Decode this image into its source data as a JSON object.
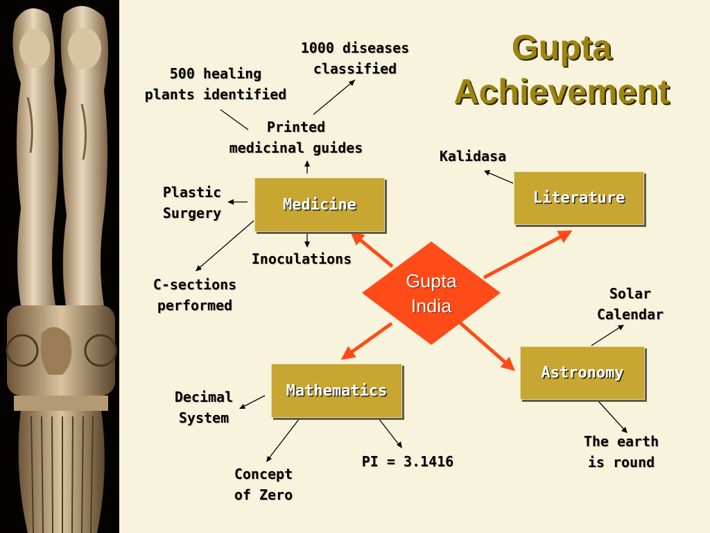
{
  "title": {
    "line1": "Gupta",
    "line2": "Achievement"
  },
  "center": {
    "line1": "Gupta",
    "line2": "India"
  },
  "categories": {
    "medicine": "Medicine",
    "literature": "Literature",
    "mathematics": "Mathematics",
    "astronomy": "Astronomy"
  },
  "labels": {
    "diseases": [
      "1000 diseases",
      "classified"
    ],
    "healing": [
      "500 healing",
      "plants identified"
    ],
    "guides": [
      "Printed",
      "medicinal guides"
    ],
    "plastic": [
      "Plastic",
      "Surgery"
    ],
    "inoculations": "Inoculations",
    "csections": [
      "C-sections",
      "performed"
    ],
    "kalidasa": "Kalidasa",
    "solar": [
      "Solar",
      "Calendar"
    ],
    "earth": [
      "The earth",
      "is round"
    ],
    "decimal": [
      "Decimal",
      "System"
    ],
    "zero": [
      "Concept",
      "of Zero"
    ],
    "pi": "PI = 3.1416"
  },
  "colors": {
    "accent": "#ff4b17",
    "box": "#c7a631",
    "title": "#9c8410",
    "background": "#f8f3dd"
  }
}
